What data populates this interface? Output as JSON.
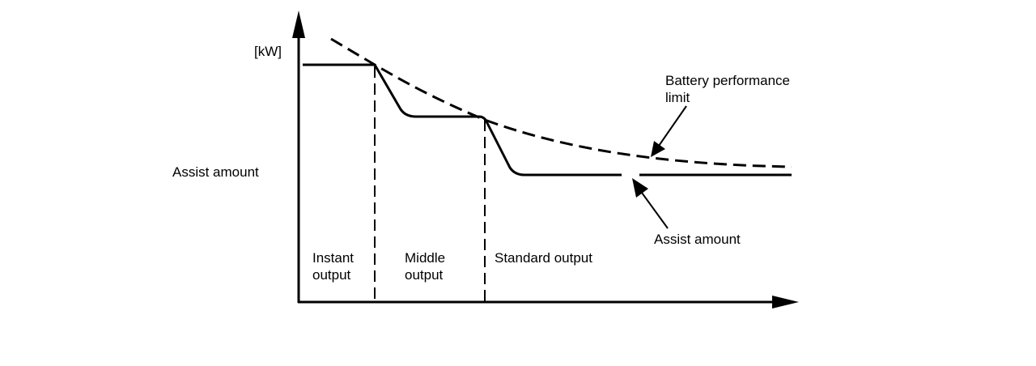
{
  "labels": {
    "unit": "[kW]",
    "y_axis": "Assist amount",
    "battery_limit": [
      "Battery performance",
      "limit"
    ],
    "assist_callout": "Assist amount",
    "regions": {
      "instant": [
        "Instant",
        "output"
      ],
      "middle": [
        "Middle",
        "output"
      ],
      "standard": "Standard output"
    }
  },
  "colors": {
    "ink": "#000000",
    "background": "#ffffff"
  }
}
